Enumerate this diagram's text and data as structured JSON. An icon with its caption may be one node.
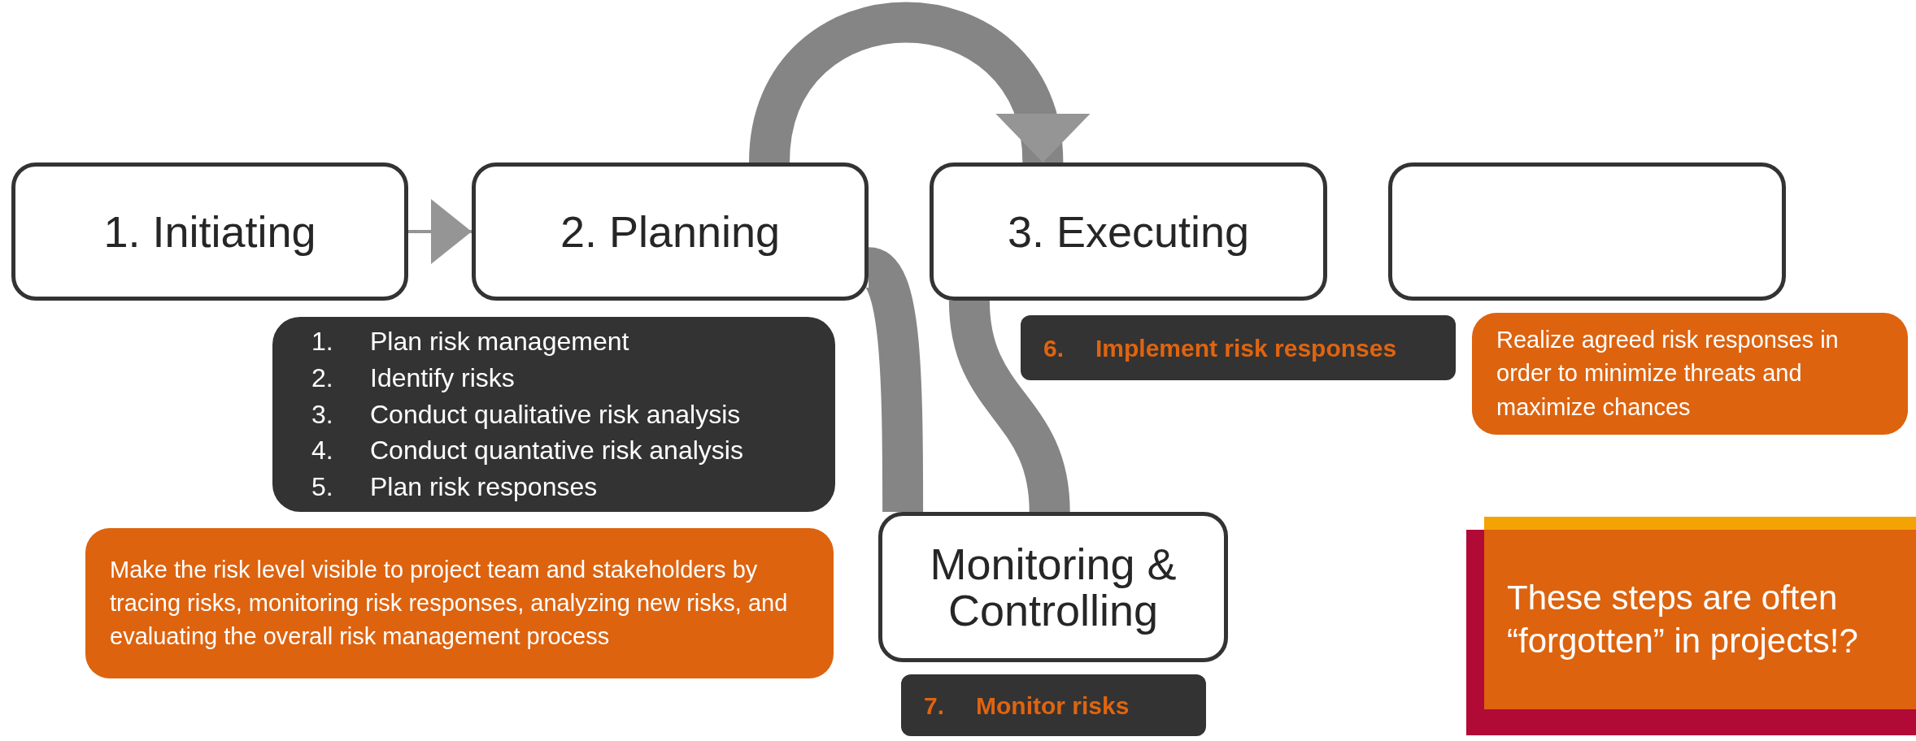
{
  "diagram": {
    "nodes": [
      {
        "text": [
          "1. Initiating"
        ]
      },
      {
        "text": [
          "2. Planning"
        ]
      },
      {
        "text": [
          "3. Executing"
        ]
      },
      {
        "text": [],
        "shape": "box"
      },
      {
        "text": [
          "Monitoring & Controlling"
        ]
      },
      {
        "text": [
          "1.",
          "Plan risk management",
          "2.",
          "Identify risks",
          "3.",
          "Conduct qualitative risk analysis",
          "4.",
          "Conduct quantative risk analysis",
          "5.",
          "Plan risk responses"
        ]
      },
      {
        "text": [
          "6.",
          "Implement risk responses"
        ]
      },
      {
        "text": [
          "7.",
          "Monitor risks"
        ]
      },
      {
        "text": [
          "Make the risk level visible to project team and stakeholders by tracing risks, monitoring risk responses, analyzing new risks, and evaluating the overall risk management process"
        ]
      },
      {
        "text": [
          "Realize agreed risk responses in order to minimize threats and maximize chances"
        ]
      },
      {
        "text": [
          "These steps are often “forgotten” in projects!?"
        ]
      }
    ],
    "edges": [
      {
        "from": 0,
        "to": 1,
        "arrow": "to"
      },
      {
        "from": 1,
        "to": 2,
        "arrow": "to"
      },
      {
        "from": 2,
        "to": 4,
        "arrow": "none"
      },
      {
        "from": 4,
        "to": 1,
        "arrow": "none"
      }
    ]
  }
}
